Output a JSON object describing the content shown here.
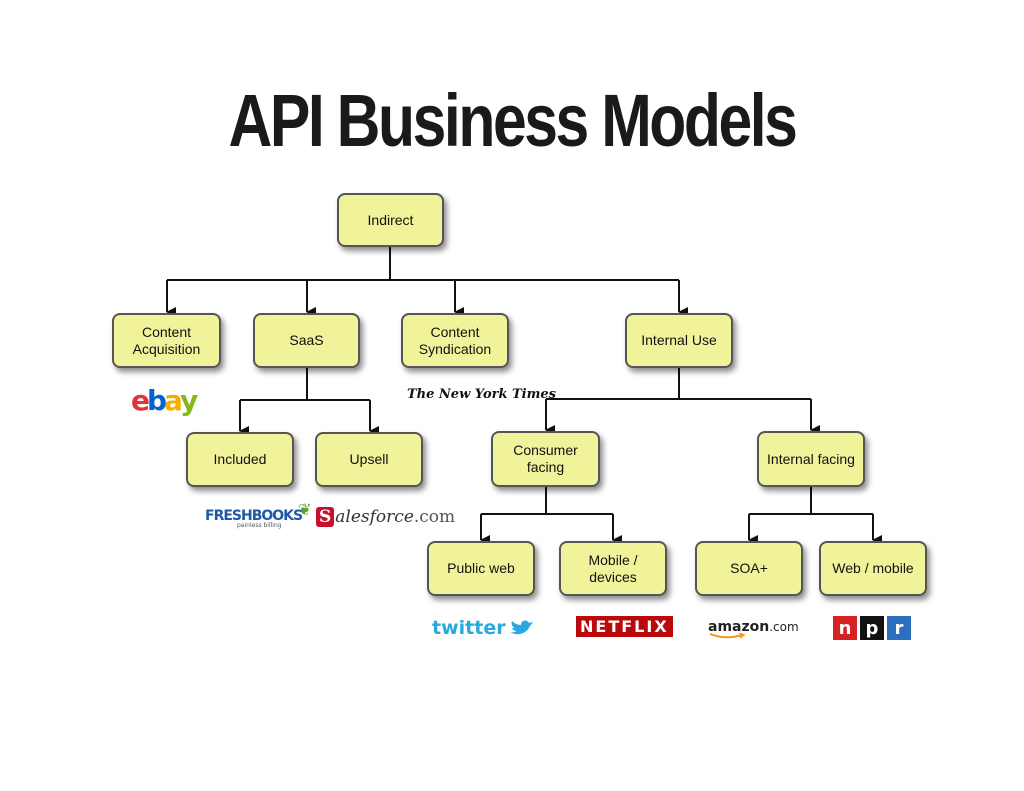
{
  "title": "API Business Models",
  "nodes": {
    "indirect": "Indirect",
    "content_acquisition": "Content\nAcquisition",
    "saas": "SaaS",
    "content_syndication": "Content\nSyndication",
    "internal_use": "Internal Use",
    "included": "Included",
    "upsell": "Upsell",
    "consumer_facing": "Consumer\nfacing",
    "internal_facing": "Internal facing",
    "public_web": "Public web",
    "mobile_devices": "Mobile /\ndevices",
    "soa_plus": "SOA+",
    "web_mobile": "Web / mobile"
  },
  "logos": {
    "ebay": [
      "e",
      "b",
      "a",
      "y"
    ],
    "nyt": "The New York Times",
    "freshbooks": "FRESHBOOKS",
    "freshbooks_tag": "painless billing",
    "salesforce_s": "S",
    "salesforce_rest": "alesforce",
    "salesforce_com": ".com",
    "twitter": "twitter",
    "netflix": "NETFLIX",
    "amazon": "amazon",
    "amazon_com": ".com",
    "npr": [
      "n",
      "p",
      "r"
    ]
  },
  "colors": {
    "node_fill": "#f0f39a",
    "npr_n": "#d62021",
    "npr_p": "#111111",
    "npr_r": "#2d6fbf"
  }
}
